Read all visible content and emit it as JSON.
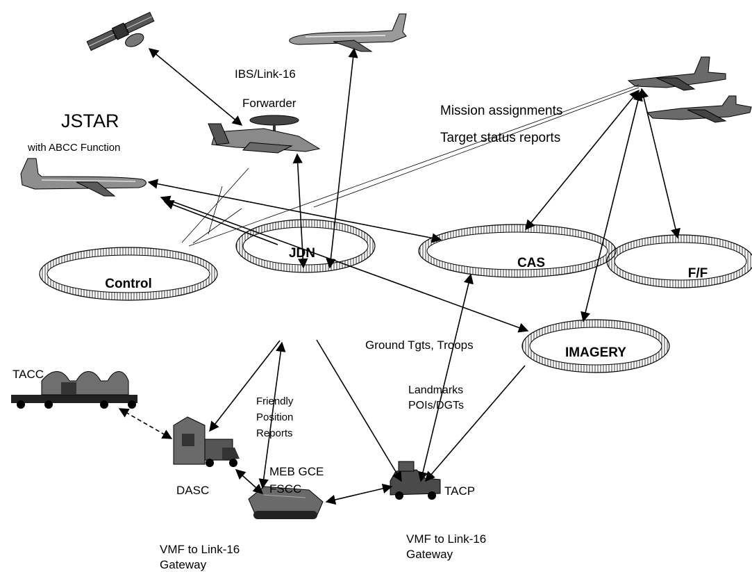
{
  "labels": {
    "ibs_link16": "IBS/Link-16",
    "forwarder": "Forwarder",
    "jstar": "JSTAR",
    "abcc": "with  ABCC Function",
    "mission_assignments": "Mission assignments",
    "target_status": "Target status reports",
    "tacc": "TACC",
    "friendly_1": "Friendly",
    "friendly_2": "Position",
    "friendly_3": "Reports",
    "ground_tgts": "Ground Tgts, Troops",
    "landmarks": "Landmarks",
    "pois": "POIs/DGTs",
    "meb_gce": "MEB GCE",
    "fscc": "FSCC",
    "dasc": "DASC",
    "tacp": "TACP",
    "gw_left_1": "VMF to Link-16",
    "gw_left_2": "Gateway",
    "gw_right_1": "VMF to Link-16",
    "gw_right_2": "Gateway"
  },
  "networks": {
    "control": "Control",
    "jdn": "JDN",
    "cas": "CAS",
    "ff": "F/F",
    "imagery": "IMAGERY"
  }
}
